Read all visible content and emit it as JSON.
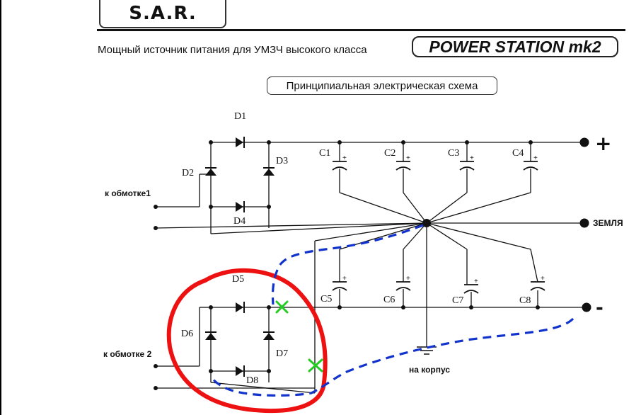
{
  "header": {
    "logo_text": "S.A.R.",
    "subtitle": "Мощный источник питания для УМЗЧ высокого класса",
    "product_name": "POWER STATION mk2"
  },
  "diagram": {
    "caption": "Принципиальная электрическая схема",
    "diodes": [
      "D1",
      "D2",
      "D3",
      "D4",
      "D5",
      "D6",
      "D7",
      "D8"
    ],
    "capacitors": [
      "C1",
      "C2",
      "C3",
      "C4",
      "C5",
      "C6",
      "C7",
      "C8"
    ],
    "capacitor_polarity": "+",
    "winding_labels": [
      "к обмотке1",
      "к обмотке 2"
    ],
    "terminals": {
      "positive": "+",
      "ground": "ЗЕМЛЯ",
      "negative": "-"
    },
    "chassis_label": "на корпус"
  },
  "annotations": {
    "colors": {
      "red_loop": "#ee1111",
      "blue_dashed": "#1133cc",
      "green_cross": "#22cc22",
      "wire": "#111111"
    }
  }
}
